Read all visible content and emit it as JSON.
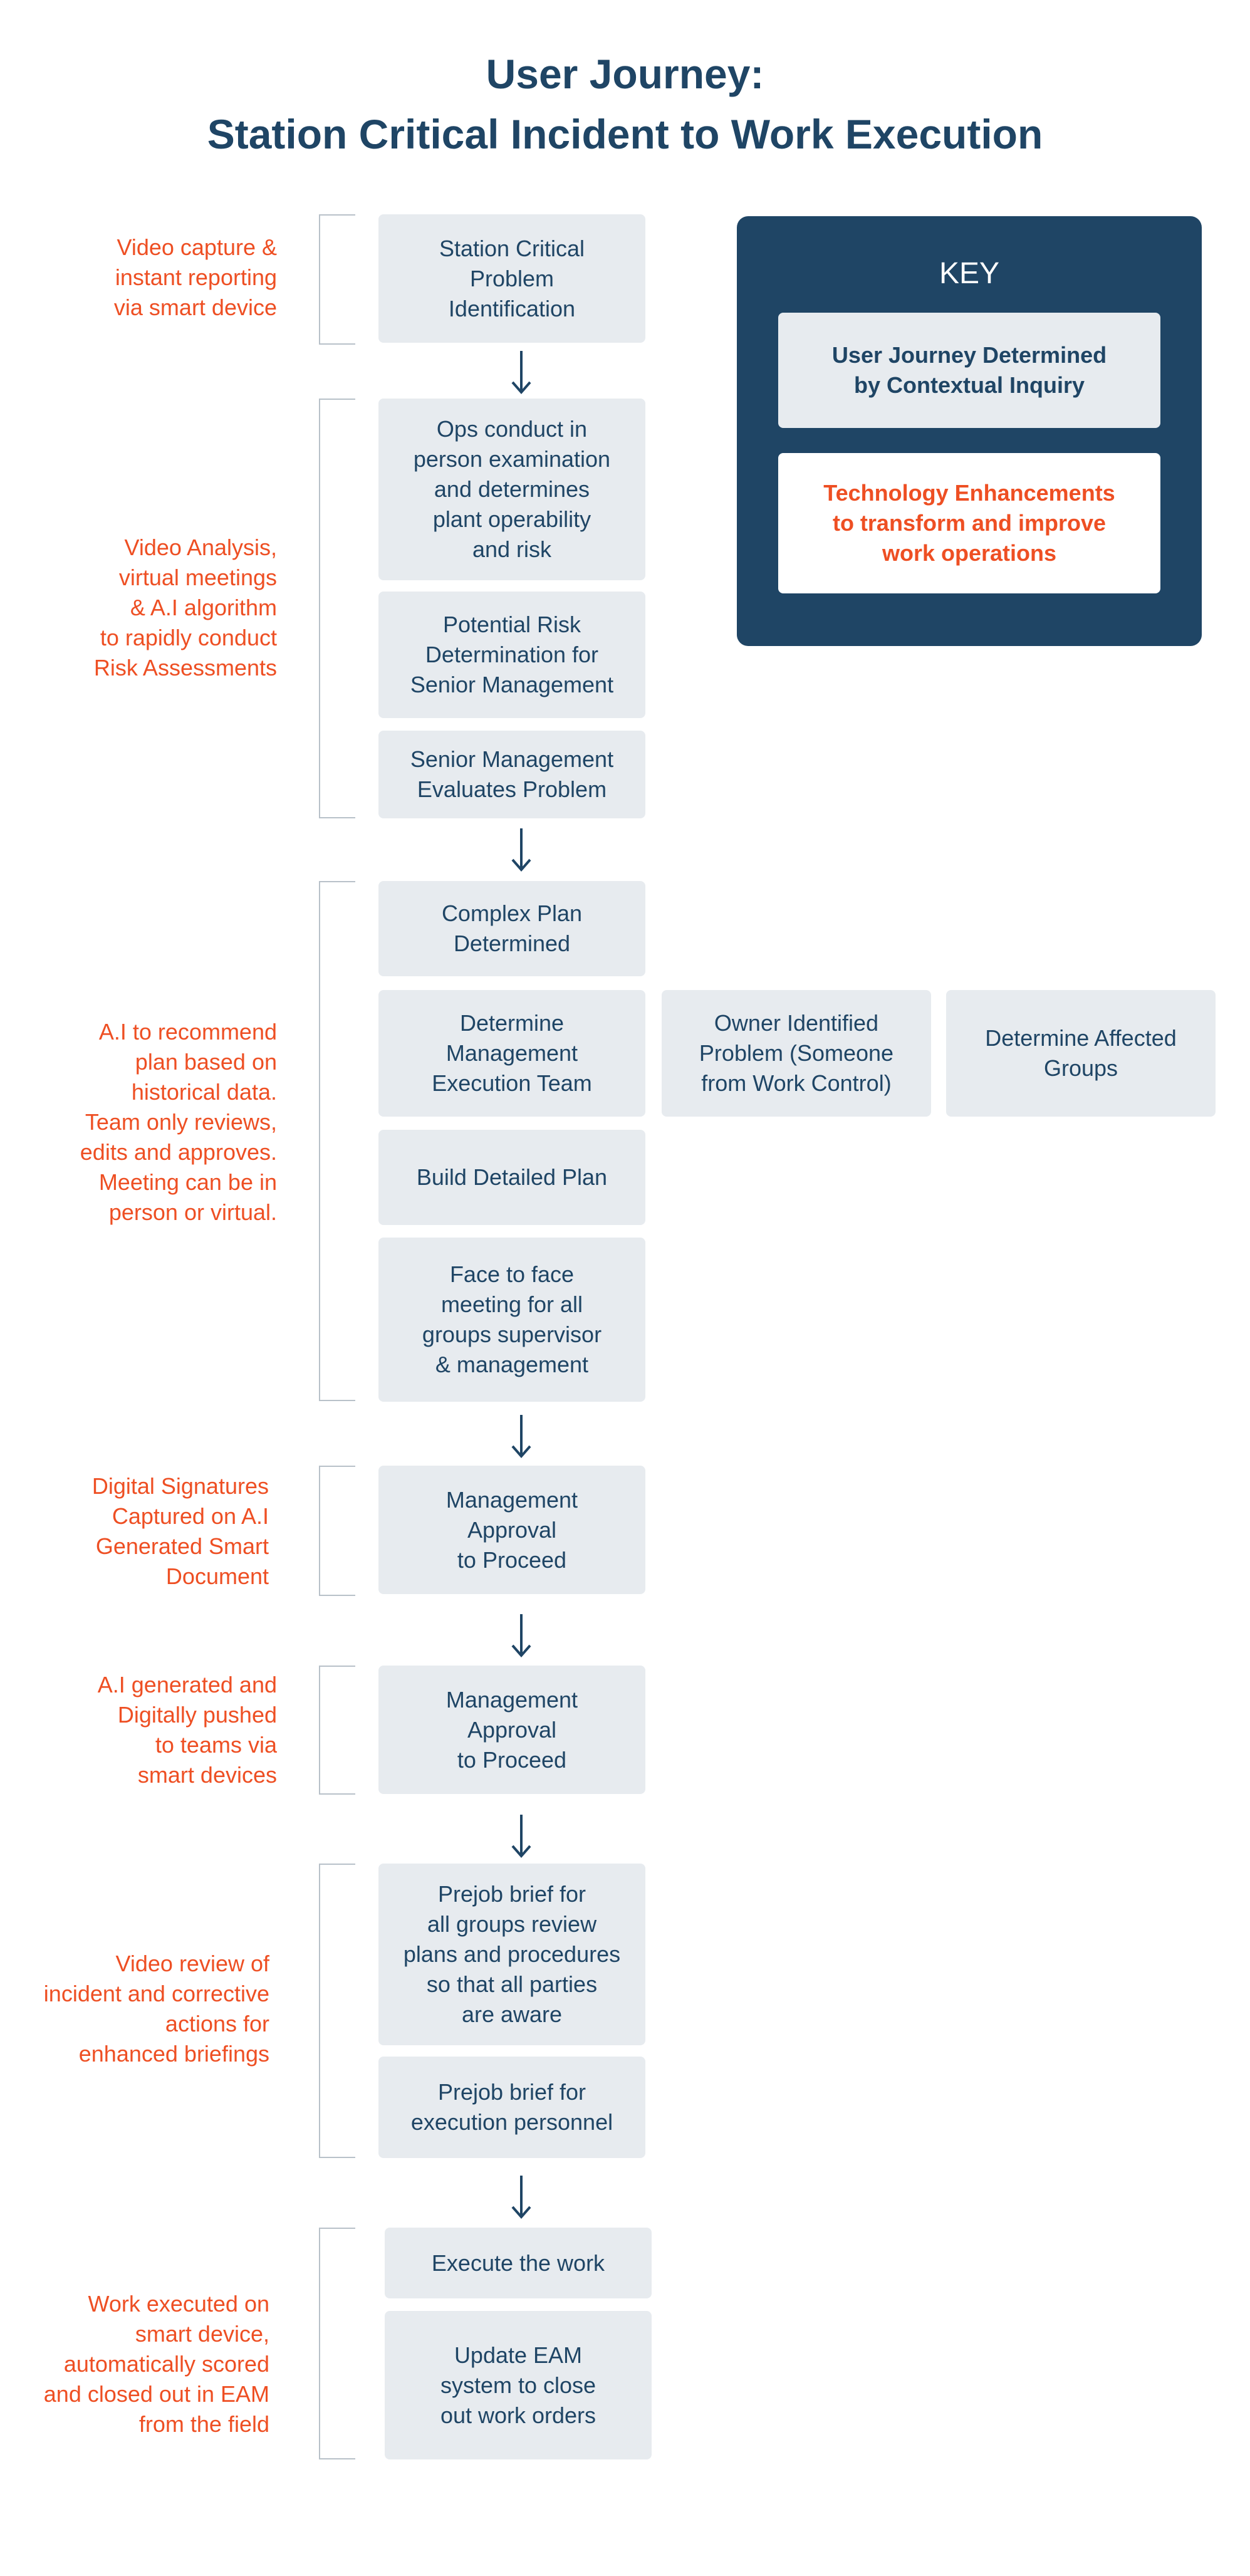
{
  "title": {
    "line1": "User Journey:",
    "line2": "Station Critical Incident to Work Execution"
  },
  "key": {
    "heading": "KEY",
    "journey_label": "User Journey Determined\nby Contextual Inquiry",
    "tech_label": "Technology Enhancements\nto transform and improve\nwork operations"
  },
  "notes": {
    "n1": "Video capture &\ninstant reporting\nvia smart device",
    "n2": "Video Analysis,\nvirtual meetings\n& A.I algorithm\nto rapidly conduct\nRisk Assessments",
    "n3": "A.I to recommend\nplan based on\nhistorical data.\nTeam only reviews,\nedits and approves.\nMeeting can be in\nperson or virtual.",
    "n4": "Digital Signatures\nCaptured on A.I\nGenerated Smart\nDocument",
    "n5": "A.I generated and\nDigitally pushed\nto teams via\nsmart devices",
    "n6": "Video review of\nincident and corrective\nactions for\nenhanced briefings",
    "n7": "Work executed on\nsmart device,\nautomatically scored\nand closed out in EAM\nfrom the field"
  },
  "steps": {
    "s1": "Station Critical\nProblem\nIdentification",
    "s2": "Ops conduct in\nperson examination\nand determines\nplant operability\nand risk",
    "s3": "Potential Risk\nDetermination for\nSenior Management",
    "s4": "Senior Management\nEvaluates Problem",
    "s5": "Complex Plan\nDetermined",
    "s6": "Determine\nManagement\nExecution Team",
    "s7": "Owner Identified\nProblem (Someone\nfrom Work Control)",
    "s8": "Determine Affected\nGroups",
    "s9": "Build Detailed Plan",
    "s10": "Face to face\nmeeting for all\ngroups supervisor\n& management",
    "s11": "Management\nApproval\nto Proceed",
    "s12": "Management\nApproval\nto Proceed",
    "s13": "Prejob brief for\nall groups review\nplans and procedures\nso that all parties\nare aware",
    "s14": "Prejob brief for\nexecution personnel",
    "s15": "Execute the work",
    "s16": "Update EAM\nsystem to close\nout work orders"
  },
  "colors": {
    "navy": "#1f4565",
    "orange": "#ee4f23",
    "box_fill": "#e7ebef",
    "bracket": "#b8c1c9"
  },
  "icons": {
    "flow_arrow": "arrow-down-icon"
  }
}
